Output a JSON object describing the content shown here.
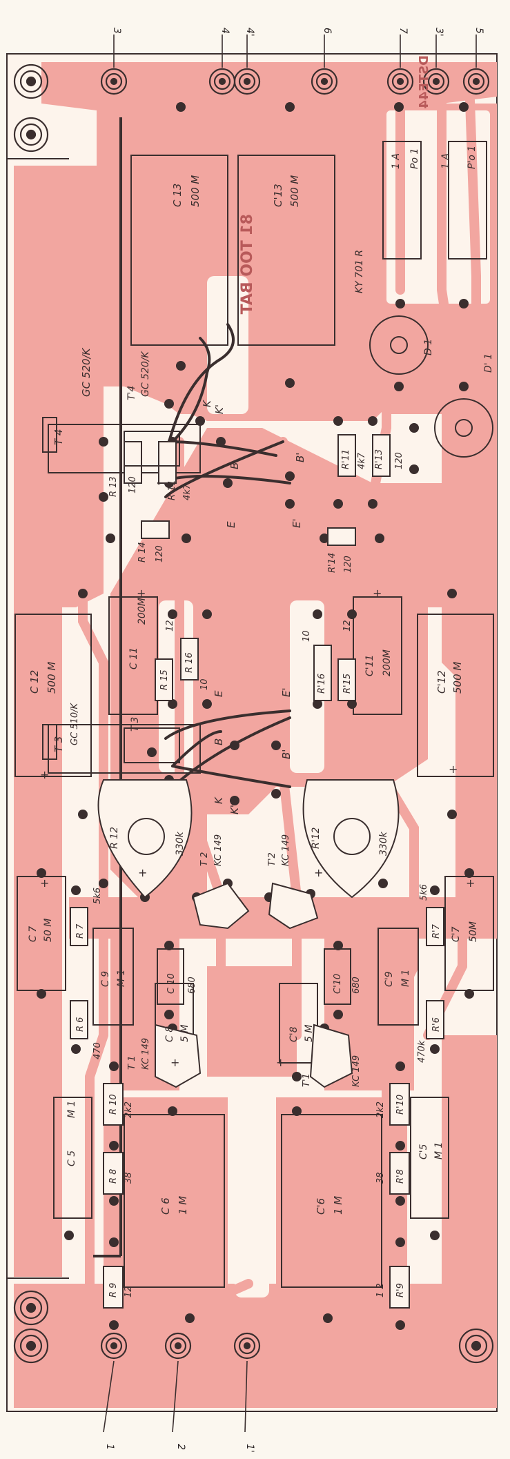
{
  "board": {
    "copper_color": "#f2a6a0",
    "outline_color": "#3a2e2e",
    "trace_color": "#3a2e2e",
    "paper_color": "#fbf7ef"
  },
  "top_pins": [
    "3",
    "4",
    "4'",
    "6",
    "7",
    "3'",
    "5"
  ],
  "bottom_pins": [
    "1",
    "2",
    "1'"
  ],
  "mirrored_text": {
    "part_no": "81 TOO BAT",
    "edge": "DSTE44"
  },
  "components": {
    "c13": {
      "ref": "C 13",
      "val": "500 M"
    },
    "c13p": {
      "ref": "C'13",
      "val": "500 M"
    },
    "fuse1": {
      "cur": "1 A",
      "ref": "Po 1"
    },
    "fuse2": {
      "cur": "1 A",
      "ref": "P'o 1"
    },
    "diode_type": "KY 701 R",
    "d1": "D 1",
    "d1p": "D' 1",
    "t4": "T 4",
    "t4_type": "GC 520/K",
    "t4p": "T'4",
    "t4p_type": "GC 520/K",
    "r13": {
      "ref": "R 13",
      "val": "120"
    },
    "r11": {
      "ref": "R 11",
      "val": "4k7"
    },
    "r14": {
      "ref": "R 14",
      "val": "120"
    },
    "r11p": {
      "ref": "R'11",
      "val": "4k7"
    },
    "r13p": {
      "ref": "R'13",
      "val": "120"
    },
    "r14p": {
      "ref": "R'14",
      "val": "120"
    },
    "c12": {
      "ref": "C 12",
      "val": "500 M"
    },
    "c11": {
      "ref": "C 11",
      "val": "200M"
    },
    "r15": {
      "ref": "R 15",
      "val": "12"
    },
    "r16": {
      "ref": "R 16",
      "val": "10"
    },
    "t3": "T 3",
    "t3_type": "GC 510/K",
    "t3p": "T'3",
    "c11p": {
      "ref": "C'11",
      "val": "200M"
    },
    "r16p": {
      "ref": "R'16",
      "val": "10"
    },
    "r15p": {
      "ref": "R'15",
      "val": "12"
    },
    "c12p": {
      "ref": "C'12",
      "val": "500 M"
    },
    "r12": {
      "ref": "R 12",
      "val": "330k"
    },
    "r12p": {
      "ref": "R'12",
      "val": "330k"
    },
    "t2": {
      "ref": "T 2",
      "type": "KC 149"
    },
    "t2p": {
      "ref": "T'2",
      "type": "KC 149"
    },
    "c7": {
      "ref": "C 7",
      "val": "50 M"
    },
    "c7p": {
      "ref": "C'7",
      "val": "50M"
    },
    "r7": {
      "ref": "R 7",
      "val": "5k6"
    },
    "r7p": {
      "ref": "R'7",
      "val": "5k6"
    },
    "c9": {
      "ref": "C 9",
      "val": "M 1"
    },
    "c9p": {
      "ref": "C'9",
      "val": "M 1"
    },
    "c10": {
      "ref": "C 10",
      "val": "680"
    },
    "c10p": {
      "ref": "C'10",
      "val": "680"
    },
    "r6": {
      "ref": "R 6",
      "val": "470"
    },
    "r6p": {
      "ref": "R'6",
      "val": "470k"
    },
    "c8": {
      "ref": "C 8",
      "val": "5 M"
    },
    "c8p": {
      "ref": "C'8",
      "val": "5 M"
    },
    "t1": {
      "ref": "T 1",
      "type": "KC 149"
    },
    "t1p": {
      "ref": "T'1",
      "type": "KC 149"
    },
    "r10": {
      "ref": "R 10",
      "val": "2k2"
    },
    "r10p": {
      "ref": "R'10",
      "val": "2k2"
    },
    "c5": {
      "ref": "C 5",
      "val": "M 1"
    },
    "c5p": {
      "ref": "C'5",
      "val": "M 1"
    },
    "r8": {
      "ref": "R 8",
      "val": "38"
    },
    "r8p": {
      "ref": "R'8",
      "val": "38"
    },
    "c6": {
      "ref": "C 6",
      "val": "1 M"
    },
    "c6p": {
      "ref": "C'6",
      "val": "1 M"
    },
    "r9": {
      "ref": "R 9",
      "val": "12"
    },
    "r9p": {
      "ref": "R'9",
      "val": "1 2"
    }
  },
  "transistor_pins": {
    "e": "E",
    "b": "B",
    "k": "K",
    "ep": "E'",
    "bp": "B'",
    "kp": "K'"
  },
  "signs": {
    "plus": "+"
  }
}
